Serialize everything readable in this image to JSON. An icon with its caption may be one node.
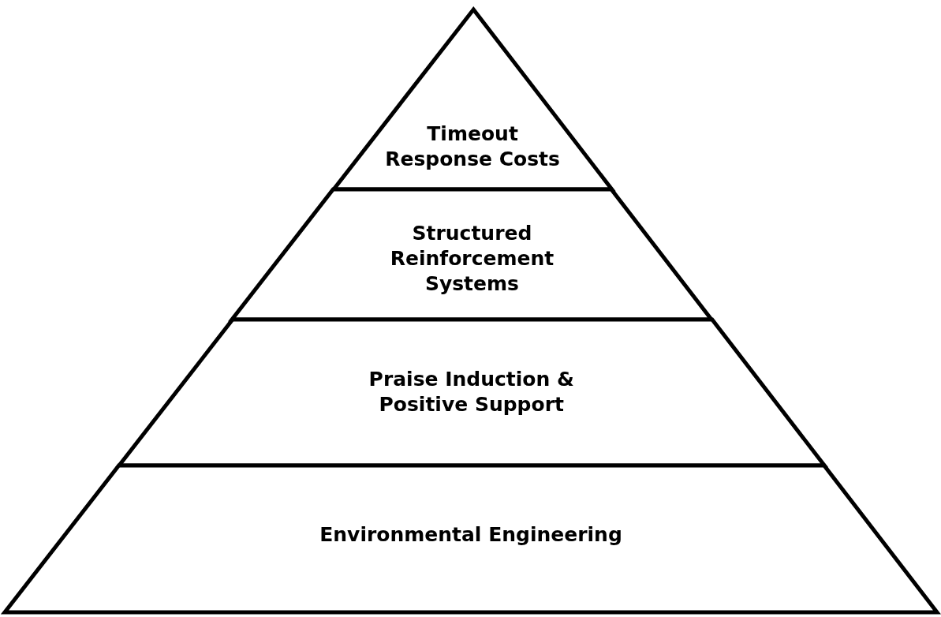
{
  "diagram": {
    "nodes": [
      {
        "text": [
          "Timeout Response Costs"
        ]
      },
      {
        "text": [
          "Structured Reinforcement Systems"
        ]
      },
      {
        "text": [
          "Praise Induction & Positive Support"
        ]
      },
      {
        "text": [
          "Environmental Engineering"
        ]
      }
    ]
  }
}
